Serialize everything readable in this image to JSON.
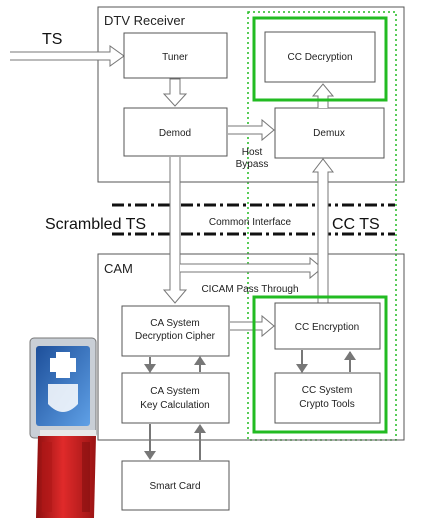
{
  "labels": {
    "ts_input": "TS",
    "dtv_receiver": "DTV Receiver",
    "cam": "CAM",
    "tuner": "Tuner",
    "demod": "Demod",
    "demux": "Demux",
    "cc_decryption": "CC Decryption",
    "host_bypass_line1": "Host",
    "host_bypass_line2": "Bypass",
    "scrambled_ts": "Scrambled TS",
    "common_interface": "Common Interface",
    "cc_ts": "CC TS",
    "cicam_pass_through": "CICAM Pass Through",
    "ca_decryption_line1": "CA System",
    "ca_decryption_line2": "Decryption Cipher",
    "cc_encryption": "CC Encryption",
    "ca_keycalc_line1": "CA System",
    "ca_keycalc_line2": "Key Calculation",
    "cc_crypto_line1": "CC System",
    "cc_crypto_line2": "Crypto Tools",
    "smart_card": "Smart Card"
  },
  "colors": {
    "box_stroke": "#555555",
    "arrow_stroke": "#777777",
    "green_highlight": "#22bb22",
    "card_red": "#d32020",
    "card_blue": "#2b6fbf"
  },
  "icons": {
    "cam_module": "cam-card-icon"
  }
}
